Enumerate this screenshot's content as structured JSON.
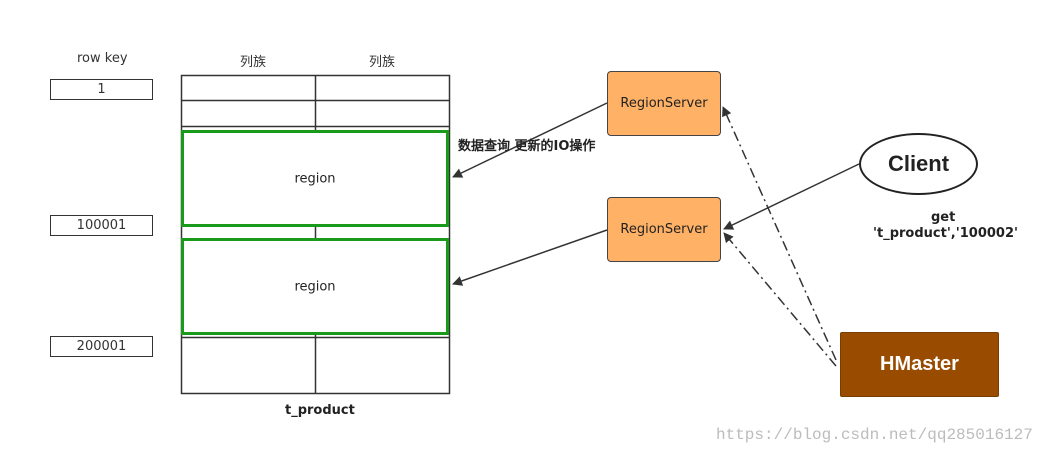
{
  "diagram": {
    "row_key_header": "row key",
    "column_family_headers": [
      "列族",
      "列族"
    ],
    "row_keys": [
      "1",
      "100001",
      "200001"
    ],
    "regions": [
      "region",
      "region"
    ],
    "table_name": "t_product",
    "io_label": "数据查询 更新的IO操作",
    "region_servers": [
      "RegionServer",
      "RegionServer"
    ],
    "client": "Client",
    "client_request_line1": "get",
    "client_request_line2": "'t_product','100002'",
    "hmaster": "HMaster",
    "watermark": "https://blog.csdn.net/qq285016127",
    "colors": {
      "region_border": "#1a9a1a",
      "region_server_fill": "#ffb266",
      "hmaster_fill": "#994c00",
      "arrow": "#333333"
    }
  }
}
